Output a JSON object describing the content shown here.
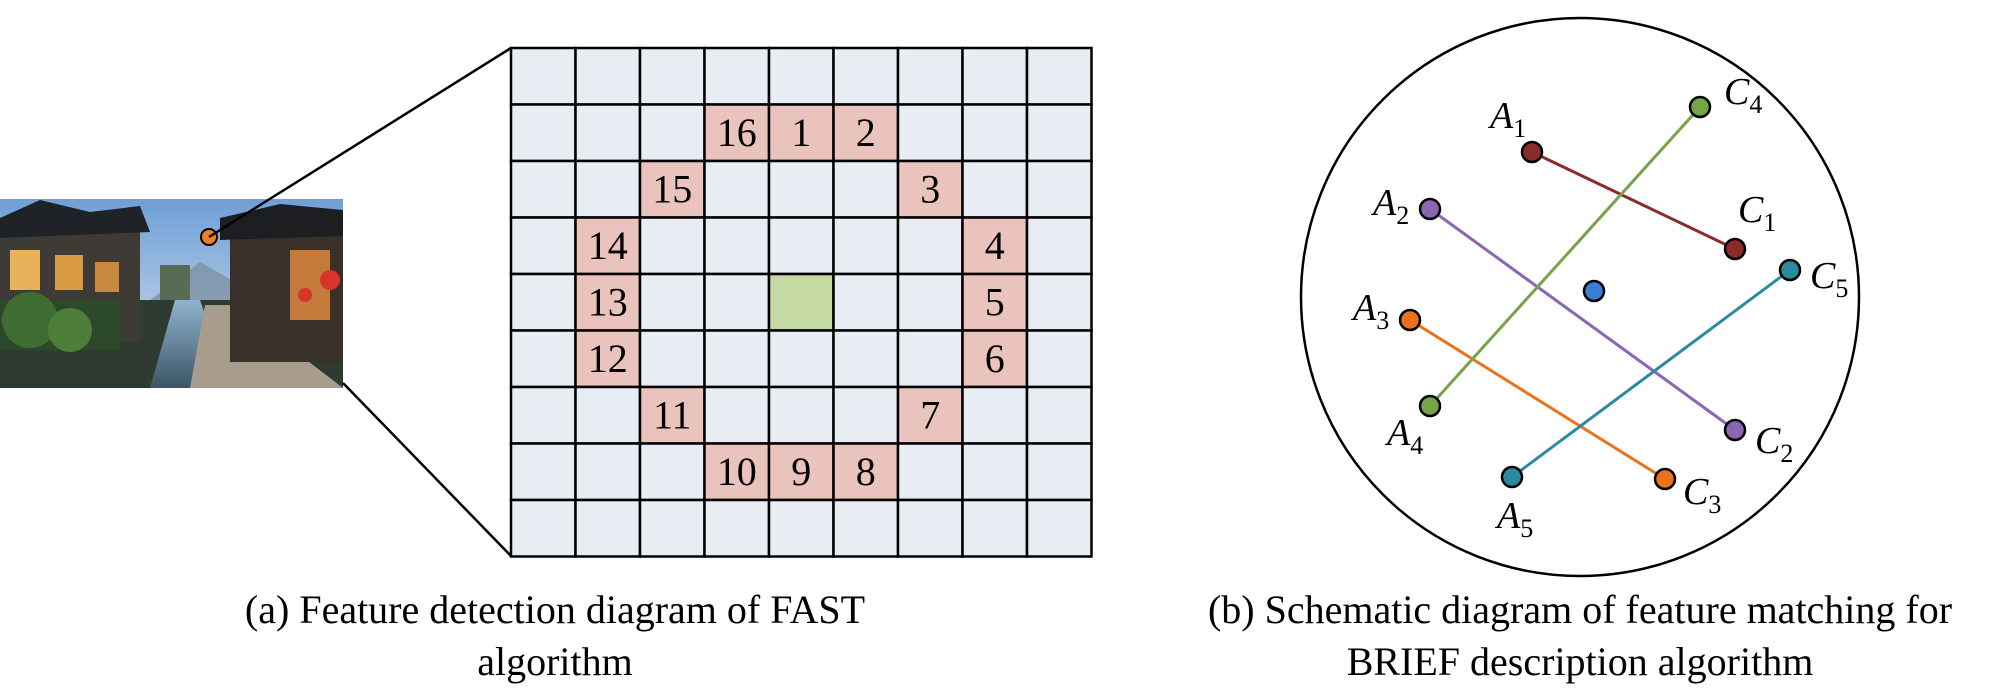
{
  "panel_a": {
    "caption": "(a) Feature detection diagram of FAST algorithm",
    "grid": {
      "rows": 9,
      "cols": 9,
      "cell_color": "#e8edf3",
      "center_color": "#c4d9a3",
      "ring_color": "#ebc3bd"
    },
    "center_cell": {
      "row": 4,
      "col": 4
    },
    "ring_cells": [
      {
        "label": "16",
        "row": 1,
        "col": 3
      },
      {
        "label": "1",
        "row": 1,
        "col": 4
      },
      {
        "label": "2",
        "row": 1,
        "col": 5
      },
      {
        "label": "3",
        "row": 2,
        "col": 6
      },
      {
        "label": "4",
        "row": 3,
        "col": 7
      },
      {
        "label": "5",
        "row": 4,
        "col": 7
      },
      {
        "label": "6",
        "row": 5,
        "col": 7
      },
      {
        "label": "7",
        "row": 6,
        "col": 6
      },
      {
        "label": "8",
        "row": 7,
        "col": 5
      },
      {
        "label": "9",
        "row": 7,
        "col": 4
      },
      {
        "label": "10",
        "row": 7,
        "col": 3
      },
      {
        "label": "11",
        "row": 6,
        "col": 2
      },
      {
        "label": "12",
        "row": 5,
        "col": 1
      },
      {
        "label": "13",
        "row": 4,
        "col": 1
      },
      {
        "label": "14",
        "row": 3,
        "col": 1
      },
      {
        "label": "15",
        "row": 2,
        "col": 2
      }
    ],
    "photo_marker_color": "#f07f1f"
  },
  "panel_b": {
    "caption": "(b) Schematic diagram of feature matching for BRIEF description algorithm",
    "center_point_color": "#3a7fd5",
    "pairs": [
      {
        "a": {
          "letter": "A",
          "sub": "1"
        },
        "c": {
          "letter": "C",
          "sub": "1"
        },
        "color": "#8b2c2c"
      },
      {
        "a": {
          "letter": "A",
          "sub": "2"
        },
        "c": {
          "letter": "C",
          "sub": "2"
        },
        "color": "#8a66b3"
      },
      {
        "a": {
          "letter": "A",
          "sub": "3"
        },
        "c": {
          "letter": "C",
          "sub": "3"
        },
        "color": "#e8731a"
      },
      {
        "a": {
          "letter": "A",
          "sub": "4"
        },
        "c": {
          "letter": "C",
          "sub": "4"
        },
        "color": "#76a447"
      },
      {
        "a": {
          "letter": "A",
          "sub": "5"
        },
        "c": {
          "letter": "C",
          "sub": "5"
        },
        "color": "#2a8aa0"
      }
    ]
  }
}
